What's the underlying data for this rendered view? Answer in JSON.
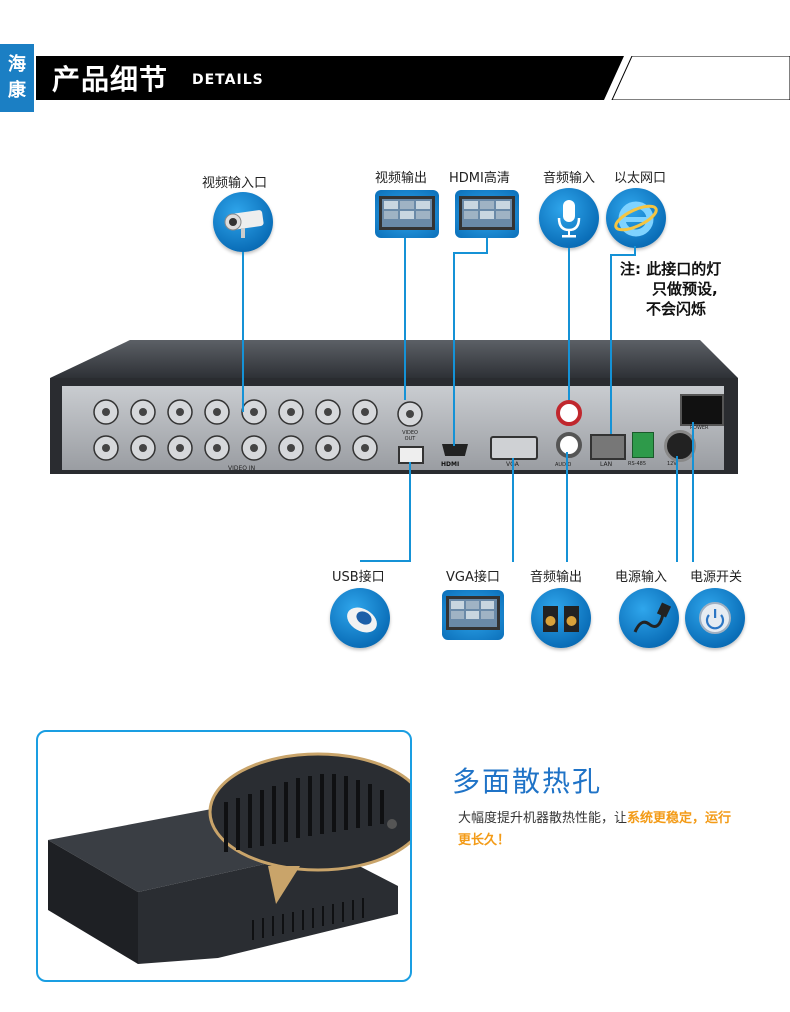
{
  "header": {
    "brand_line1": "海",
    "brand_line2": "康",
    "title": "产品细节",
    "subtitle": "DETAILS"
  },
  "top_labels": {
    "video_in": "视频输入口",
    "video_out": "视频输出",
    "hdmi": "HDMI高清",
    "audio_in": "音频输入",
    "ethernet": "以太网口"
  },
  "note": {
    "line1": "注: 此接口的灯",
    "line2": "只做预设,",
    "line3": "不会闪烁"
  },
  "panel_labels": {
    "video_in": "VIDEO IN",
    "video_out": "VIDEO OUT",
    "hdmi": "HDMI",
    "vga": "VGA",
    "audio": "AUDIO",
    "lan": "LAN",
    "rs485": "RS-485",
    "power_v": "12V",
    "power": "POWER"
  },
  "bottom_labels": {
    "usb": "USB接口",
    "vga": "VGA接口",
    "audio_out": "音频输出",
    "power_in": "电源输入",
    "power_switch": "电源开关"
  },
  "feature": {
    "title": "多面散热孔",
    "desc_normal": "大幅度提升机器散热性能，让",
    "desc_highlight": "系统更稳定，运行更长久！"
  },
  "colors": {
    "brand_blue": "#1b7fc4",
    "accent_blue": "#1592d6",
    "highlight_orange": "#f39b17",
    "header_black": "#000000"
  }
}
